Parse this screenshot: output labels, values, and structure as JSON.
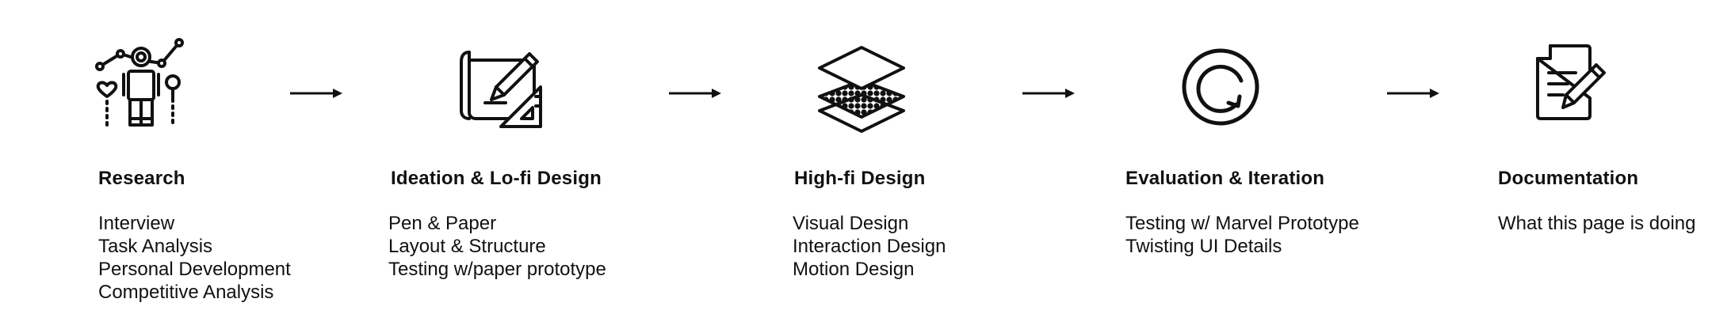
{
  "stages": [
    {
      "title": "Research",
      "icon": "user-research-icon",
      "items": [
        "Interview",
        "Task Analysis",
        "Personal Development",
        "Competitive Analysis"
      ]
    },
    {
      "title": "Ideation & Lo-fi Design",
      "icon": "blueprint-pencil-icon",
      "items": [
        "Pen & Paper",
        "Layout & Structure",
        "Testing w/paper prototype"
      ]
    },
    {
      "title": "High-fi Design",
      "icon": "layers-icon",
      "items": [
        "Visual Design",
        "Interaction Design",
        "Motion Design"
      ]
    },
    {
      "title": "Evaluation & Iteration",
      "icon": "refresh-circle-icon",
      "items": [
        "Testing w/ Marvel Prototype",
        "Twisting UI Details"
      ]
    },
    {
      "title": "Documentation",
      "icon": "document-edit-icon",
      "items": [
        "What this page is doing"
      ]
    }
  ],
  "connector_icon": "arrow-right-icon"
}
